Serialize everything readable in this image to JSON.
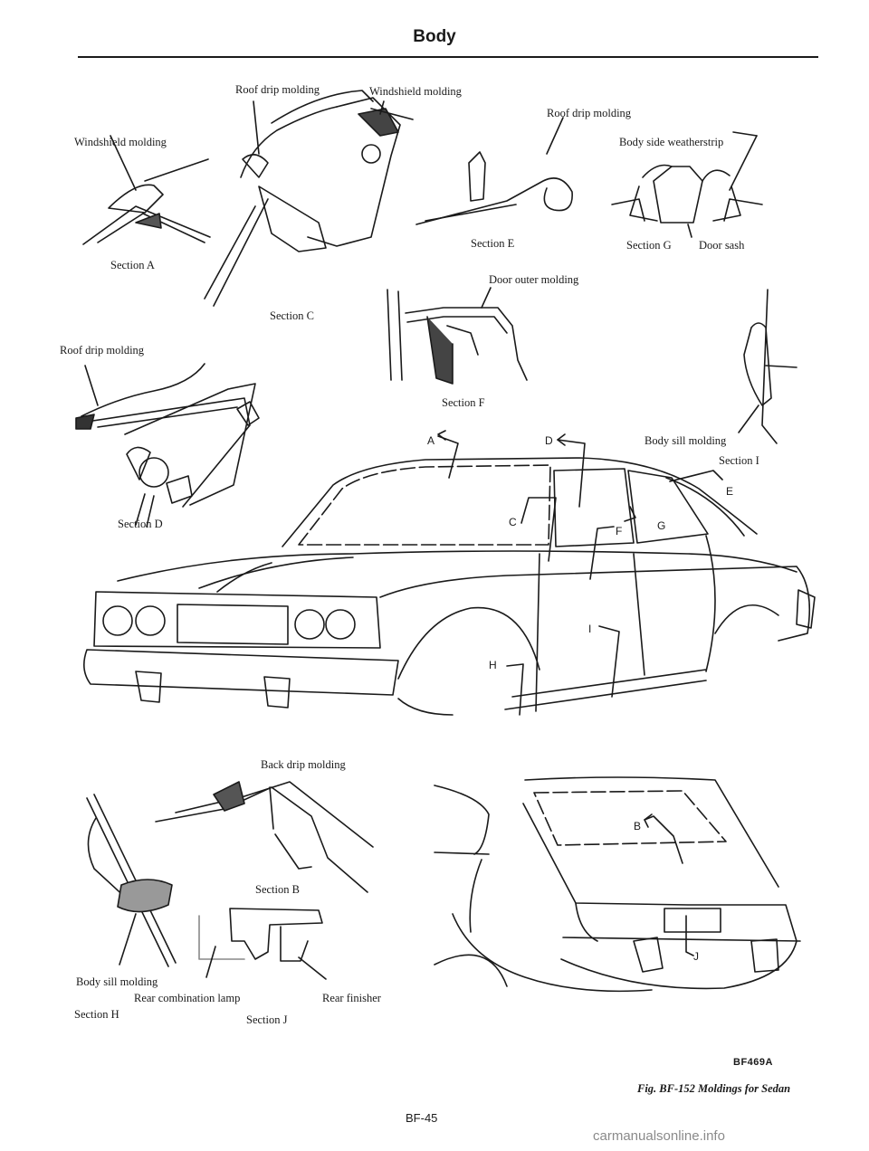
{
  "header": {
    "title": "Body"
  },
  "labels": {
    "windshield_molding_a": "Windshield molding",
    "section_a": "Section A",
    "roof_drip_molding_c": "Roof drip molding",
    "windshield_molding_c": "Windshield molding",
    "section_c": "Section C",
    "roof_drip_molding_e": "Roof drip molding",
    "section_e": "Section E",
    "body_side_weatherstrip": "Body side weatherstrip",
    "section_g": "Section G",
    "door_sash": "Door sash",
    "door_outer_molding": "Door outer molding",
    "section_f": "Section F",
    "roof_drip_molding_d": "Roof drip molding",
    "section_d": "Section D",
    "body_sill_molding_i": "Body sill molding",
    "section_i": "Section I",
    "back_drip_molding": "Back drip molding",
    "section_b": "Section B",
    "body_sill_molding_h": "Body sill molding",
    "rear_combination_lamp": "Rear combination lamp",
    "rear_finisher": "Rear finisher",
    "section_h": "Section H",
    "section_j": "Section J"
  },
  "markers": {
    "a": "A",
    "b": "B",
    "c": "C",
    "d": "D",
    "e": "E",
    "f": "F",
    "g": "G",
    "h": "H",
    "i": "I",
    "j": "J"
  },
  "figure": {
    "code": "BF469A",
    "caption": "Fig. BF-152  Moldings for Sedan"
  },
  "page_number": "BF-45",
  "watermark": "carmanualsonline.info"
}
